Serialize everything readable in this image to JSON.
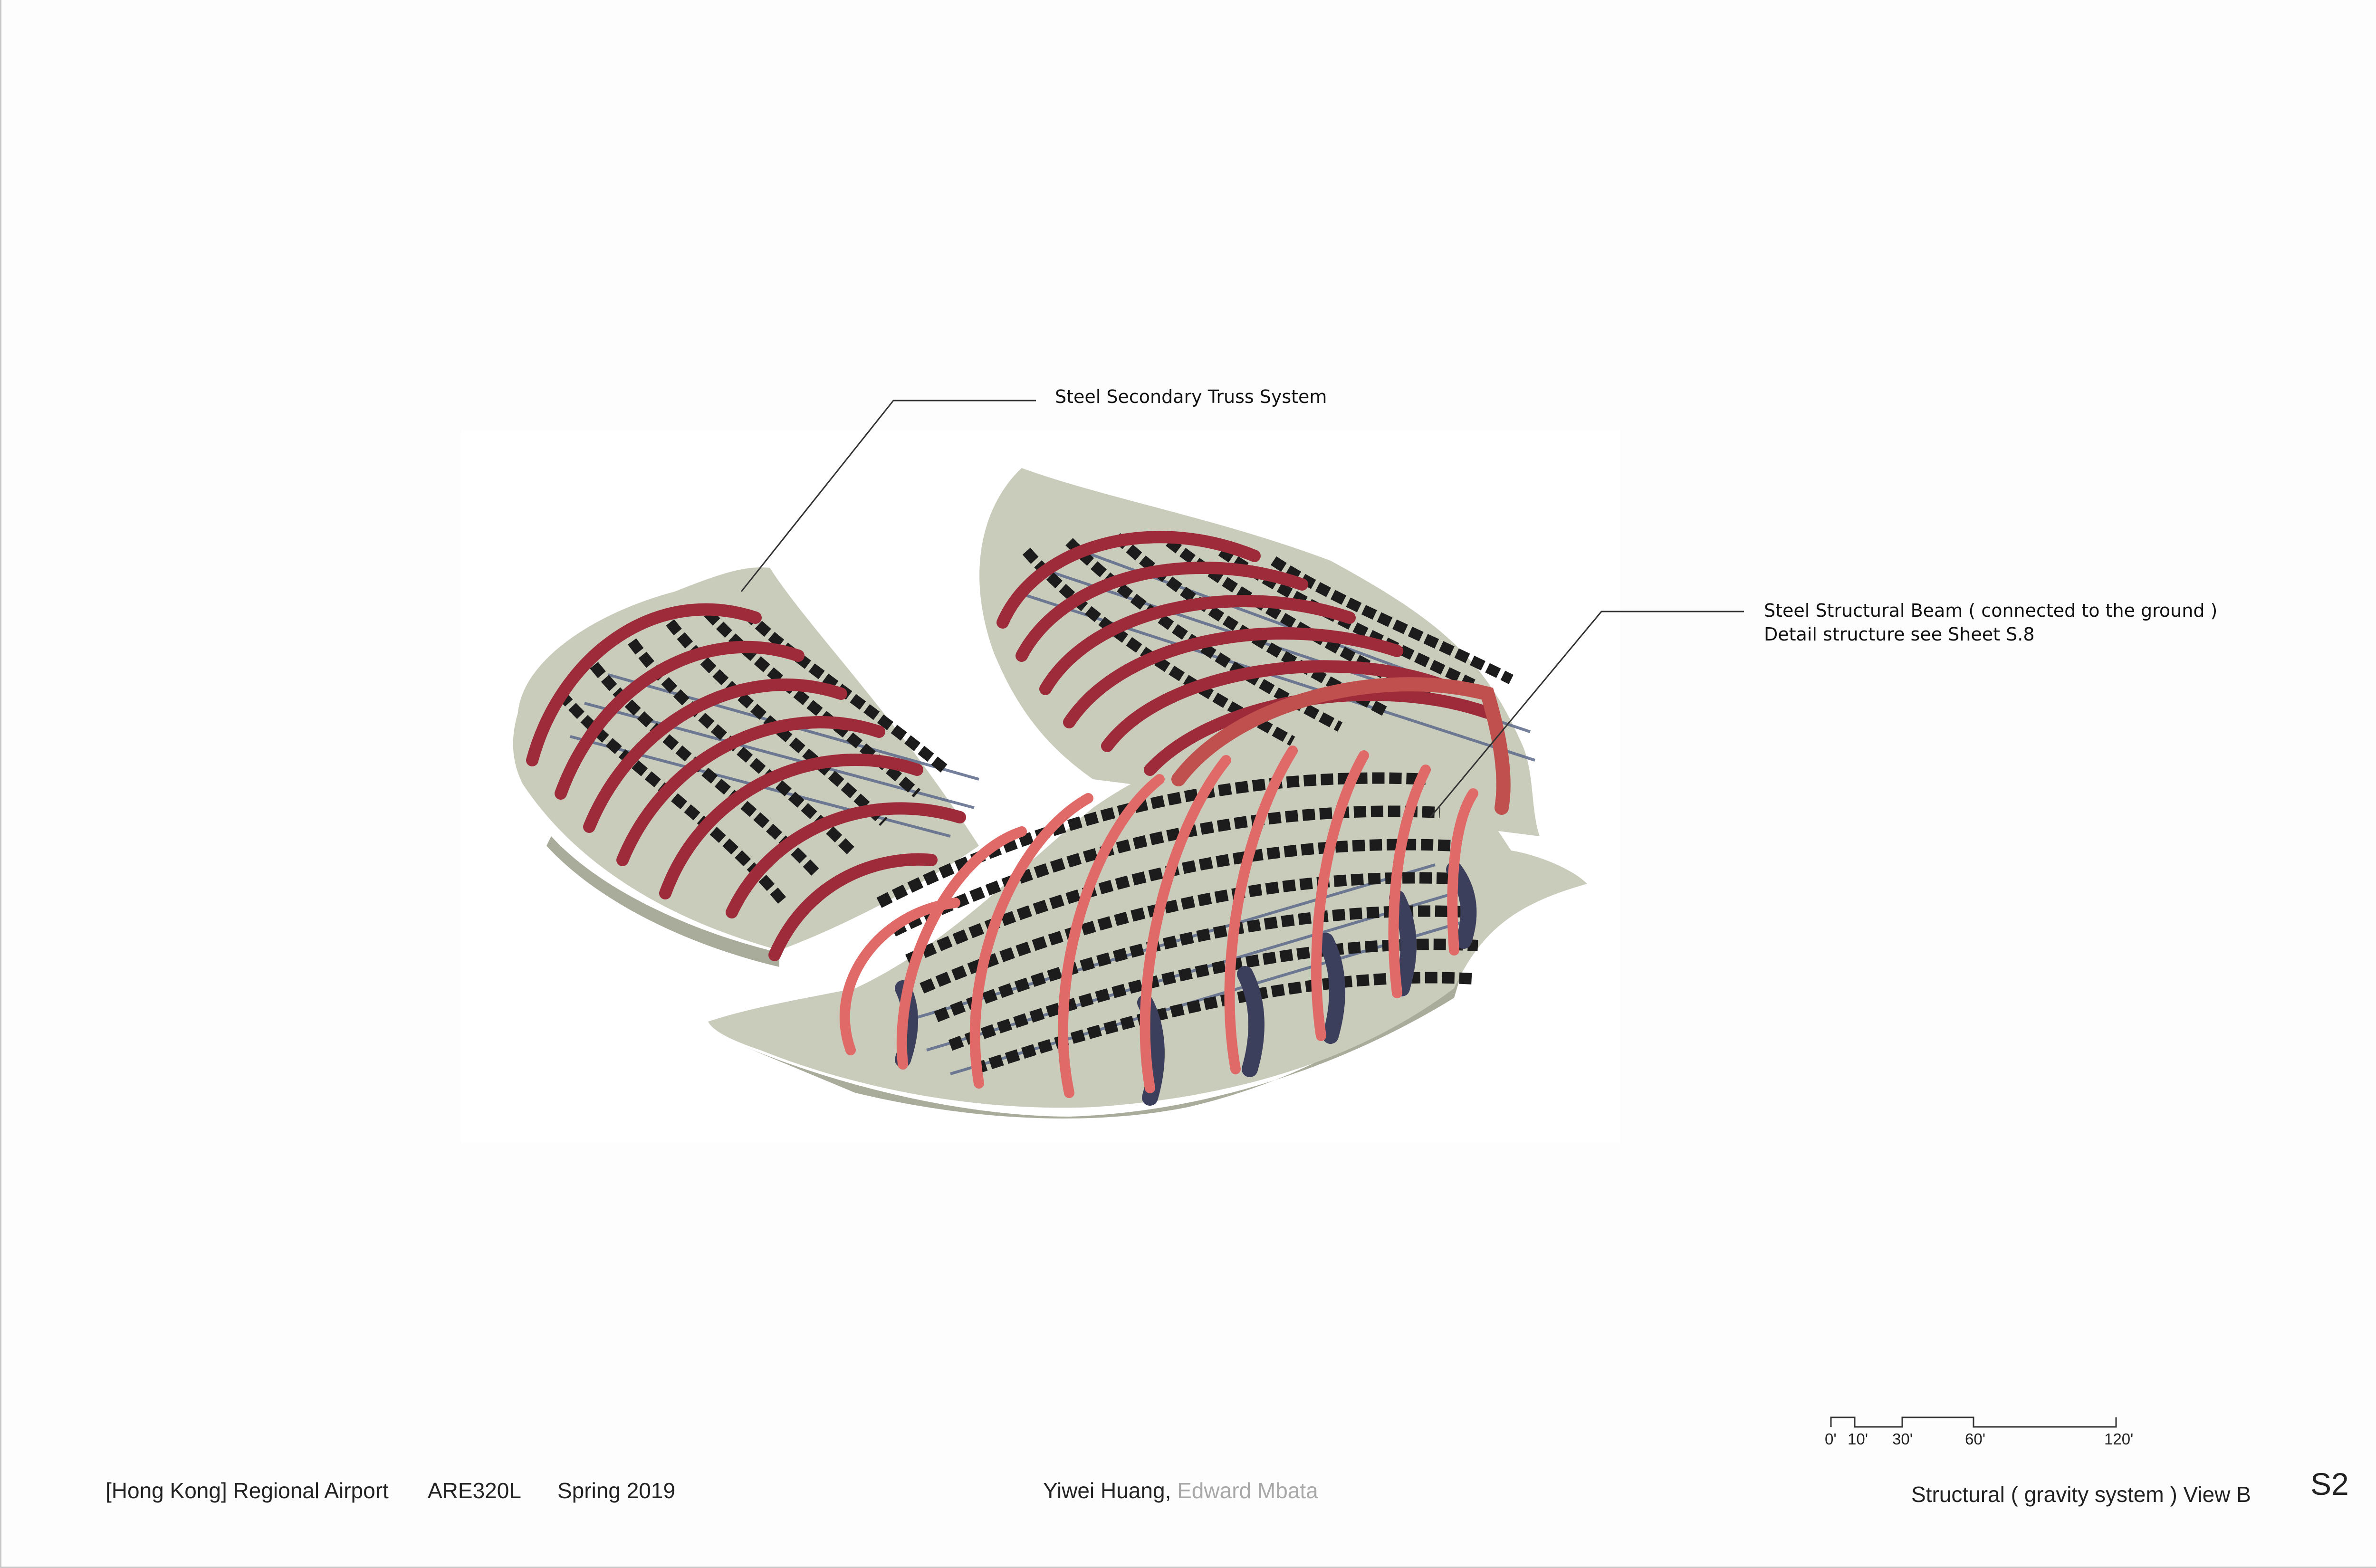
{
  "callouts": {
    "secondary_truss": "Steel Secondary Truss System",
    "structural_beam_line1": "Steel Structural Beam ( connected to the ground )",
    "structural_beam_line2": "Detail structure see Sheet S.8"
  },
  "footer": {
    "project": "[Hong Kong] Regional Airport",
    "course": "ARE320L",
    "term": "Spring 2019",
    "author_primary": "Yiwei Huang",
    "author_separator": ", ",
    "author_secondary": "Edward Mbata",
    "sheet_title": "Structural ( gravity system ) View B",
    "sheet_number": "S2"
  },
  "scale_bar": {
    "labels": [
      "0'",
      "10'",
      "30'",
      "60'",
      "120'"
    ]
  },
  "colors": {
    "roof_shell": "#c9cbbb",
    "primary_arch": "#c0504d",
    "primary_arch_light": "#e8706c",
    "secondary_truss": "#1c1c1c",
    "purlin": "#5c6a8a",
    "author_secondary": "#a8a8a8"
  }
}
